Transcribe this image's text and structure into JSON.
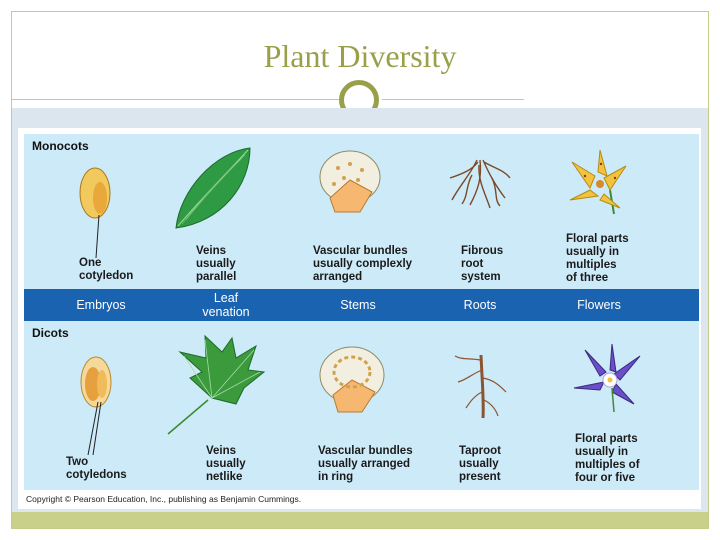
{
  "slide": {
    "title": "Plant Diversity"
  },
  "figure": {
    "monocots": {
      "heading": "Monocots",
      "captions": {
        "embryo": "One\ncotyledon",
        "leaf": "Veins\nusually\nparallel",
        "stem": "Vascular bundles\nusually complexly\narranged",
        "root": "Fibrous\nroot\nsystem",
        "flower": "Floral parts\nusually in\nmultiples\nof three"
      }
    },
    "categories": {
      "embryos": "Embryos",
      "leaf": "Leaf\nvenation",
      "stems": "Stems",
      "roots": "Roots",
      "flowers": "Flowers"
    },
    "dicots": {
      "heading": "Dicots",
      "captions": {
        "embryo": "Two\ncotyledons",
        "leaf": "Veins\nusually\nnetlike",
        "stem": "Vascular bundles\nusually arranged\nin ring",
        "root": "Taproot\nusually\npresent",
        "flower": "Floral parts\nusually in\nmultiples of\nfour or five"
      }
    },
    "copyright": "Copyright © Pearson Education, Inc., publishing as Benjamin Cummings."
  },
  "colors": {
    "title": "#9aa04a",
    "diagram_bg": "#cdeaf8",
    "category_bar": "#1a63b0",
    "bottom_band": "#c8d08a"
  }
}
